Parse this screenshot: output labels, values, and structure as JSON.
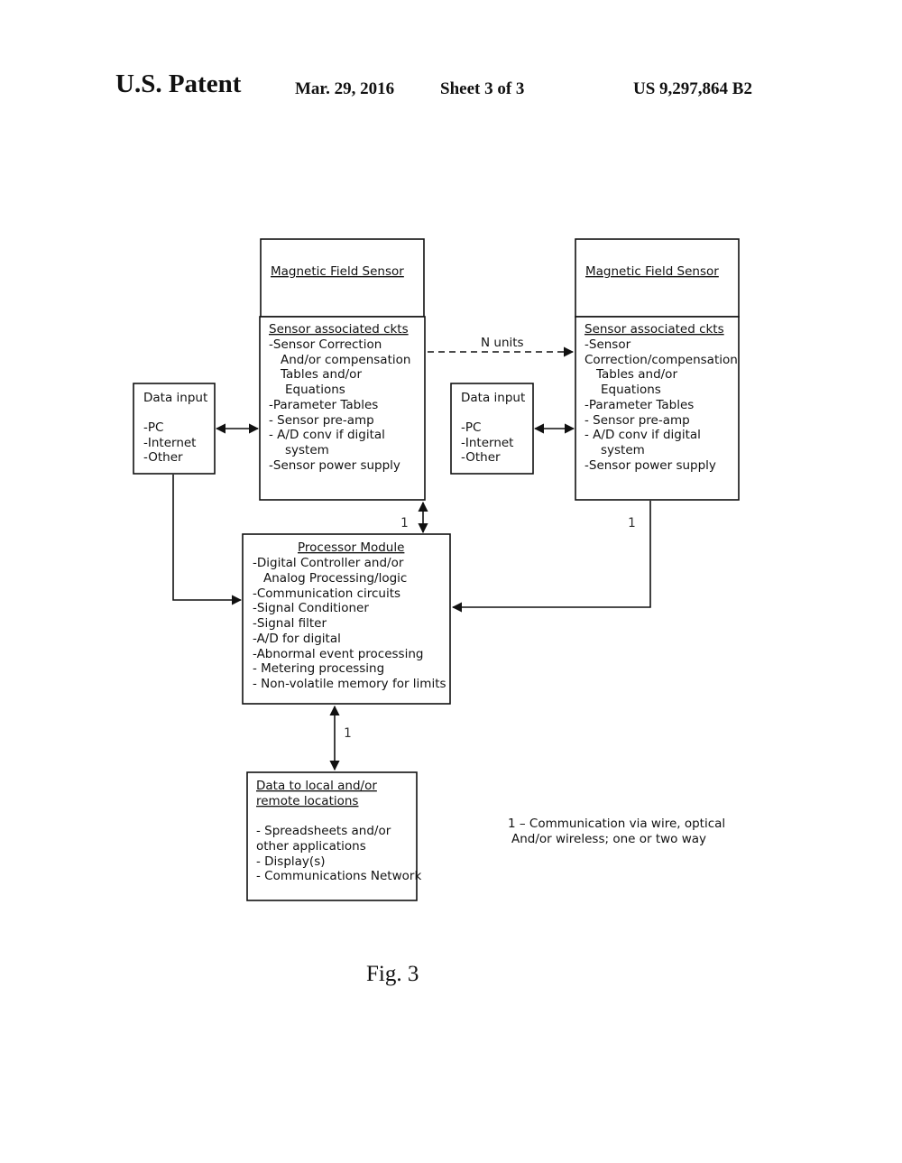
{
  "header": {
    "title": "U.S. Patent",
    "date": "Mar. 29, 2016",
    "sheet": "Sheet 3 of 3",
    "patent_number": "US 9,297,864 B2"
  },
  "sensor_left": {
    "title": "Magnetic Field Sensor",
    "ckts_heading": "Sensor associated ckts",
    "lines": [
      "-Sensor Correction",
      "And/or compensation",
      "Tables and/or",
      "Equations",
      "-Parameter Tables",
      "- Sensor pre-amp",
      "- A/D conv if digital",
      "system",
      "-Sensor power supply"
    ]
  },
  "sensor_right": {
    "title": "Magnetic Field Sensor",
    "ckts_heading": "Sensor associated ckts",
    "lines": [
      "-Sensor",
      "Correction/compensation",
      "Tables and/or",
      "Equations",
      "-Parameter Tables",
      "- Sensor pre-amp",
      "- A/D conv if digital",
      "system",
      "-Sensor power supply"
    ]
  },
  "n_units_label": "N  units",
  "data_input_left": {
    "title": "Data input",
    "items": [
      "-PC",
      "-Internet",
      "-Other"
    ]
  },
  "data_input_mid": {
    "title": "Data input",
    "items": [
      "-PC",
      "-Internet",
      "-Other"
    ]
  },
  "processor": {
    "title": "Processor Module",
    "lines": [
      "-Digital Controller and/or",
      "Analog Processing/logic",
      "-Communication circuits",
      "-Signal Conditioner",
      "-Signal filter",
      "-A/D for digital",
      "-Abnormal event processing",
      "- Metering processing",
      "- Non-volatile memory for limits"
    ]
  },
  "output": {
    "title_line1": "Data to local and/or",
    "title_line2": "remote locations",
    "lines": [
      "- Spreadsheets and/or",
      "other applications",
      "- Display(s)",
      "- Communications Network"
    ]
  },
  "link_labels": {
    "left": "1",
    "right": "1",
    "bottom": "1"
  },
  "legend": {
    "line1": "1 – Communication via wire, optical",
    "line2": "And/or wireless; one or two way"
  },
  "figure_label": "Fig. 3"
}
